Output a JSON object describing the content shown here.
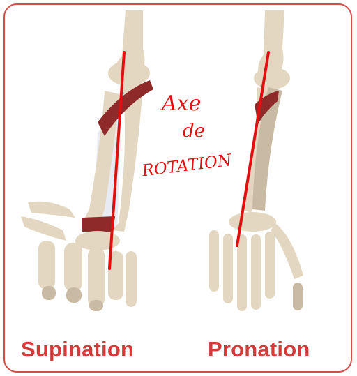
{
  "colors": {
    "frame": "#d84c48",
    "caption": "#d43a3a",
    "annotation": "#e01010",
    "bone": "#e3d7c2",
    "bone_shadow": "#c9bba3",
    "muscle": "#8e2a2a",
    "membrane": "#e9ebf2"
  },
  "annotation": {
    "line1": "Axe",
    "line2": "de",
    "line3": "ROTATION"
  },
  "captions": {
    "supination": "Supination",
    "pronation": "Pronation"
  }
}
